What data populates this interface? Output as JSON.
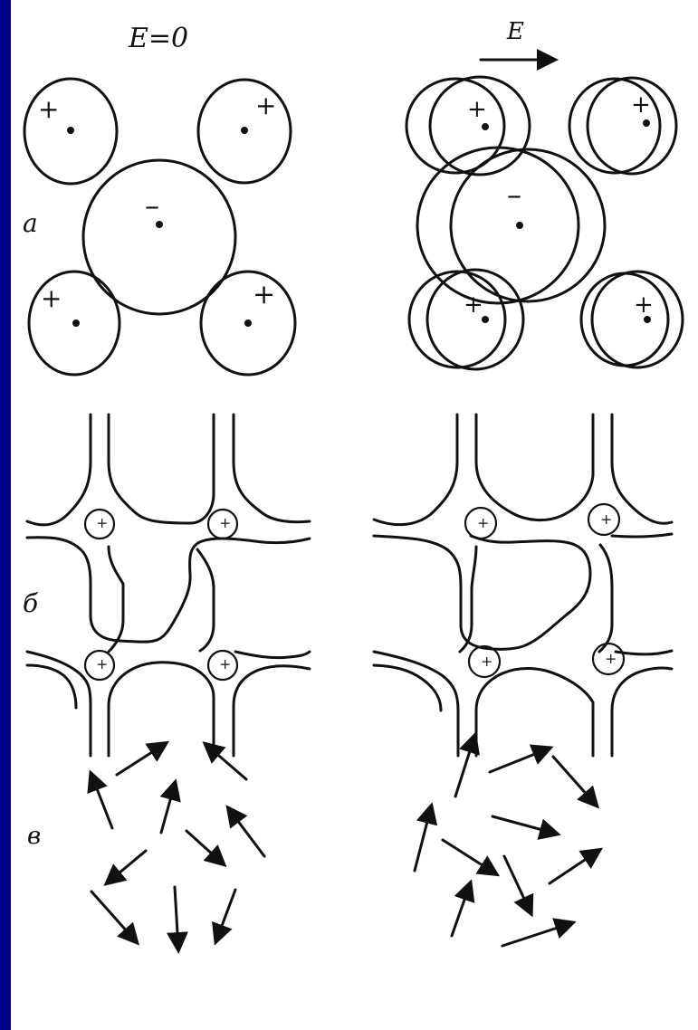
{
  "labels": {
    "field_zero": "E=0",
    "field_on": "E",
    "row_a": "a",
    "row_b": "б",
    "row_c": "в"
  },
  "signs": {
    "positive": "+",
    "negative": "–"
  },
  "colors": {
    "frame": "#00008b",
    "paper": "#ffffff",
    "ink": "#111111"
  }
}
